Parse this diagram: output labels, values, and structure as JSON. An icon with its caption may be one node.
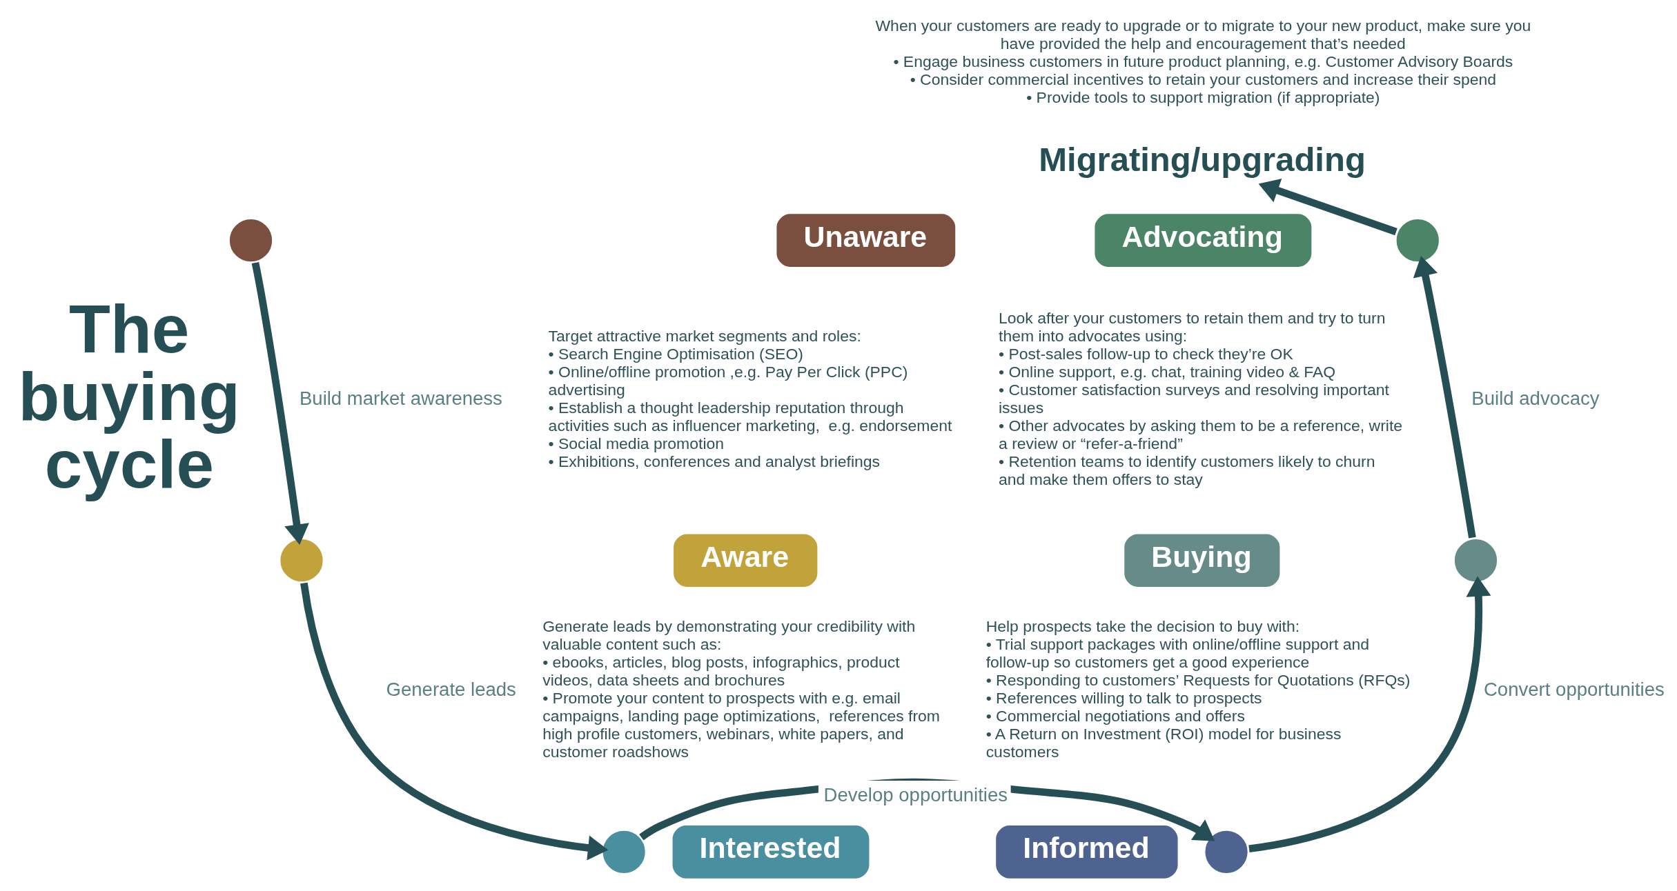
{
  "diagram": {
    "nodes": [
      {
        "text": [
          "Migrating/upgrading"
        ],
        "beside": [
          "When your customers are ready to upgrade or to migrate to your new product, make sure you have provided the help and encouragement that’s needed",
          "• Engage business customers in future product planning, e.g. Customer Advisory Boards",
          "• Consider commercial incentives to retain your customers and increase their spend",
          "• Provide tools to support migration (if appropriate)"
        ]
      },
      {
        "text": [
          "Unaware"
        ],
        "beside": [
          "Target attractive market segments and roles:",
          "• Search Engine Optimisation (SEO)",
          "• Online/offline promotion ,e.g. Pay Per Click (PPC) advertising",
          "• Establish a thought leadership reputation through activities such as influencer marketing,  e.g. endorsement",
          "• Social media promotion",
          "• Exhibitions, conferences and analyst briefings"
        ]
      },
      {
        "text": [
          "Aware"
        ],
        "beside": [
          "Generate leads by demonstrating your credibility with valuable content such as:",
          "• ebooks, articles, blog posts, infographics, product videos, data sheets and brochures",
          "• Promote your content to prospects with e.g. email campaigns, landing page optimizations,  references from high profile customers, webinars, white papers, and customer roadshows"
        ]
      },
      {
        "text": [
          "Interested"
        ]
      },
      {
        "text": [
          "Informed"
        ]
      },
      {
        "text": [
          "Buying"
        ],
        "beside": [
          "Help prospects take the decision to buy with:",
          "• Trial support packages with online/offline support and follow-up so customers get a good experience",
          "• Responding to customers’ Requests for Quotations (RFQs)",
          "• References willing to talk to prospects",
          "• Commercial negotiations and offers",
          "• A Return on Investment (ROI) model for business customers"
        ]
      },
      {
        "text": [
          "Advocating"
        ],
        "beside": [
          "Look after your customers to retain them and try to turn them into advocates using:",
          "• Post-sales follow-up to check they’re OK",
          "• Online support, e.g. chat, training video & FAQ",
          "• Customer satisfaction surveys and resolving important issues",
          "• Other advocates by asking them to be a reference, write a review or “refer-a-friend”",
          "• Retention teams to identify customers likely to churn and make them offers to stay"
        ]
      },
      {
        "text": [],
        "shape": "circle"
      },
      {
        "text": [],
        "shape": "circle"
      },
      {
        "text": [],
        "shape": "circle"
      },
      {
        "text": [],
        "shape": "circle"
      },
      {
        "text": [],
        "shape": "circle"
      },
      {
        "text": [],
        "shape": "circle"
      }
    ],
    "edges": [
      {
        "from": 8,
        "to": 10,
        "arrow": "to",
        "label": "Build market awareness"
      },
      {
        "from": 10,
        "to": 12,
        "arrow": "to",
        "label": "Generate leads"
      },
      {
        "from": 12,
        "to": 11,
        "arrow": "to",
        "label": "Develop opportunities"
      },
      {
        "from": 11,
        "to": 9,
        "arrow": "to",
        "label": "Convert opportunities"
      },
      {
        "from": 9,
        "to": 7,
        "arrow": "to",
        "label": "Build advocacy"
      },
      {
        "from": 7,
        "to": 0,
        "arrow": "to"
      }
    ],
    "labels": [
      "The buying cycle"
    ]
  }
}
